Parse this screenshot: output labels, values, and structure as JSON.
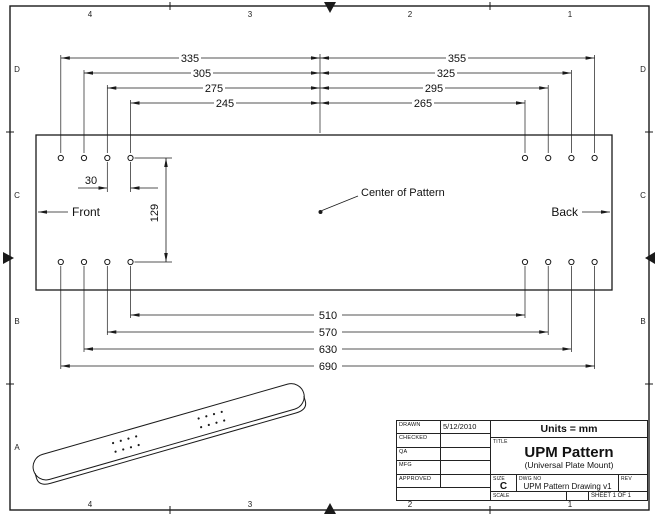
{
  "zones": {
    "numbers": [
      "4",
      "3",
      "2",
      "1"
    ],
    "letters": [
      "D",
      "C",
      "B",
      "A"
    ]
  },
  "drawing": {
    "labels": {
      "front": "Front",
      "back": "Back",
      "center": "Center of Pattern"
    },
    "dimensions": {
      "top_left": [
        "335",
        "305",
        "275",
        "245"
      ],
      "top_right": [
        "355",
        "325",
        "295",
        "265"
      ],
      "bottom": [
        "510",
        "570",
        "630",
        "690"
      ],
      "hole_spacing": "30",
      "row_spacing": "129"
    }
  },
  "title_block": {
    "rows": [
      {
        "label": "DRAWN",
        "value": "5/12/2010"
      },
      {
        "label": "CHECKED",
        "value": ""
      },
      {
        "label": "QA",
        "value": ""
      },
      {
        "label": "MFG",
        "value": ""
      },
      {
        "label": "APPROVED",
        "value": ""
      }
    ],
    "units": "Units = mm",
    "title_label": "TITLE",
    "title": "UPM Pattern",
    "subtitle": "(Universal Plate Mount)",
    "size_label": "SIZE",
    "size": "C",
    "dwg_label": "DWG NO",
    "dwg_no": "UPM Pattern Drawing v1",
    "rev_label": "REV",
    "scale_label": "SCALE",
    "sheet": "SHEET 1 OF 1"
  }
}
